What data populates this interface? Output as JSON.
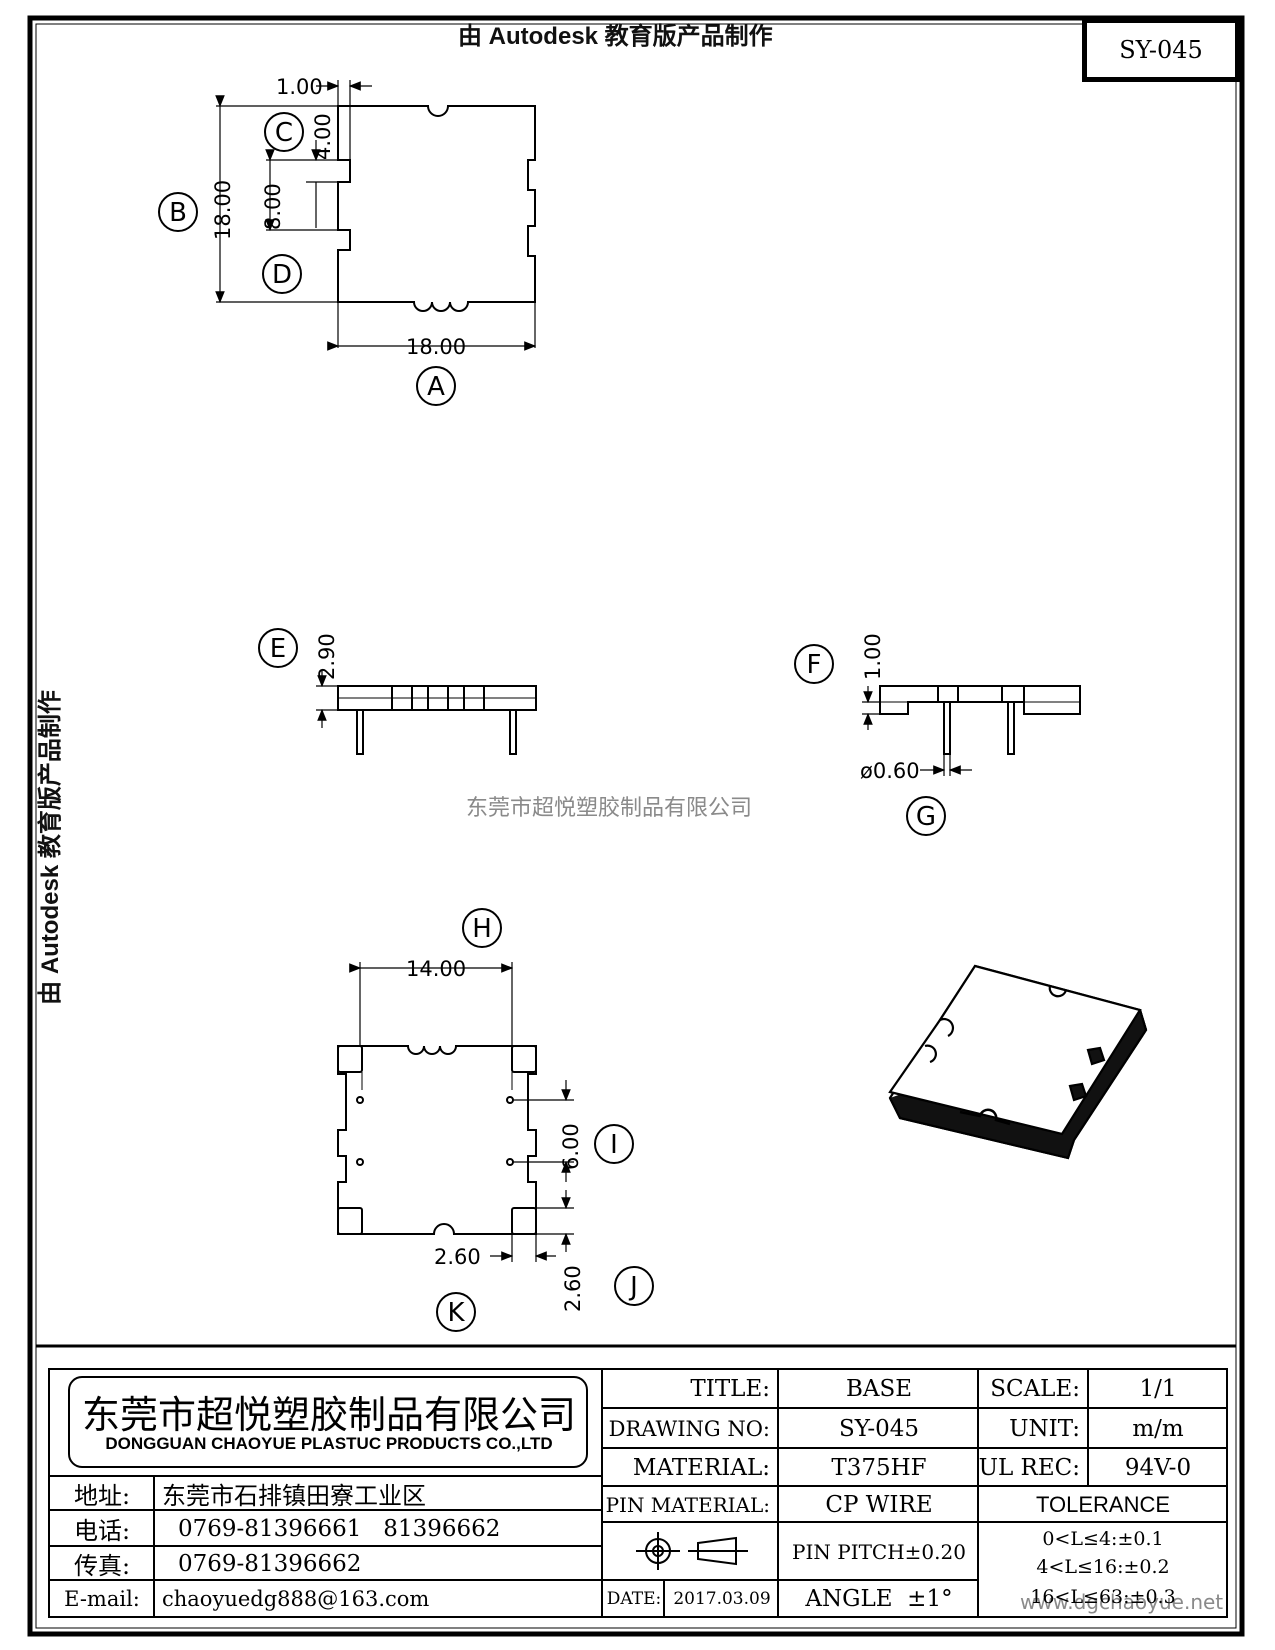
{
  "drawing_code": "SY-045",
  "watermarks": {
    "top": "由 Autodesk 教育版产品制作",
    "left": "由 Autodesk 教育版产品制作",
    "center": "东莞市超悦塑胶制品有限公司",
    "bottom_right": "www.dgchaoyue.net"
  },
  "labels": {
    "A": "A",
    "B": "B",
    "C": "C",
    "D": "D",
    "E": "E",
    "F": "F",
    "G": "G",
    "H": "H",
    "I": "I",
    "J": "J",
    "K": "K"
  },
  "dims": {
    "d1": "1.00",
    "d4": "4.00",
    "d18v": "18.00",
    "d8": "8.00",
    "d18h": "18.00",
    "d290": "2.90",
    "d100": "1.00",
    "d060": "ø0.60",
    "d14": "14.00",
    "d6": "6.00",
    "d260h": "2.60",
    "d260v": "2.60"
  },
  "title_block": {
    "company_cn": "东莞市超悦塑胶制品有限公司",
    "company_en": "DONGGUAN CHAOYUE PLASTUC PRODUCTS CO.,LTD",
    "address_label": "地址:",
    "address": "东莞市石排镇田寮工业区",
    "phone_label": "电话:",
    "phone": "0769-81396661   81396662",
    "fax_label": "传真:",
    "fax": "0769-81396662",
    "email_label": "E-mail:",
    "email": "chaoyuedg888@163.com",
    "title_label": "TITLE:",
    "title": "BASE",
    "drawing_no_label": "DRAWING NO:",
    "drawing_no": "SY-045",
    "material_label": "MATERIAL:",
    "material": "T375HF",
    "pin_material_label": "PIN MATERIAL:",
    "pin_material": "CP WIRE",
    "pin_pitch": "PIN PITCH±0.20",
    "date_label": "DATE:",
    "date": "2017.03.09",
    "angle": "ANGLE  ±1°",
    "scale_label": "SCALE:",
    "scale": "1/1",
    "unit_label": "UNIT:",
    "unit": "m/m",
    "ul_label": "UL REC:",
    "ul": "94V-0",
    "tolerance_label": "TOLERANCE",
    "tol1": "0<L≤4:±0.1",
    "tol2": "4<L≤16:±0.2",
    "tol3": "16<L≤63:±0.3"
  }
}
